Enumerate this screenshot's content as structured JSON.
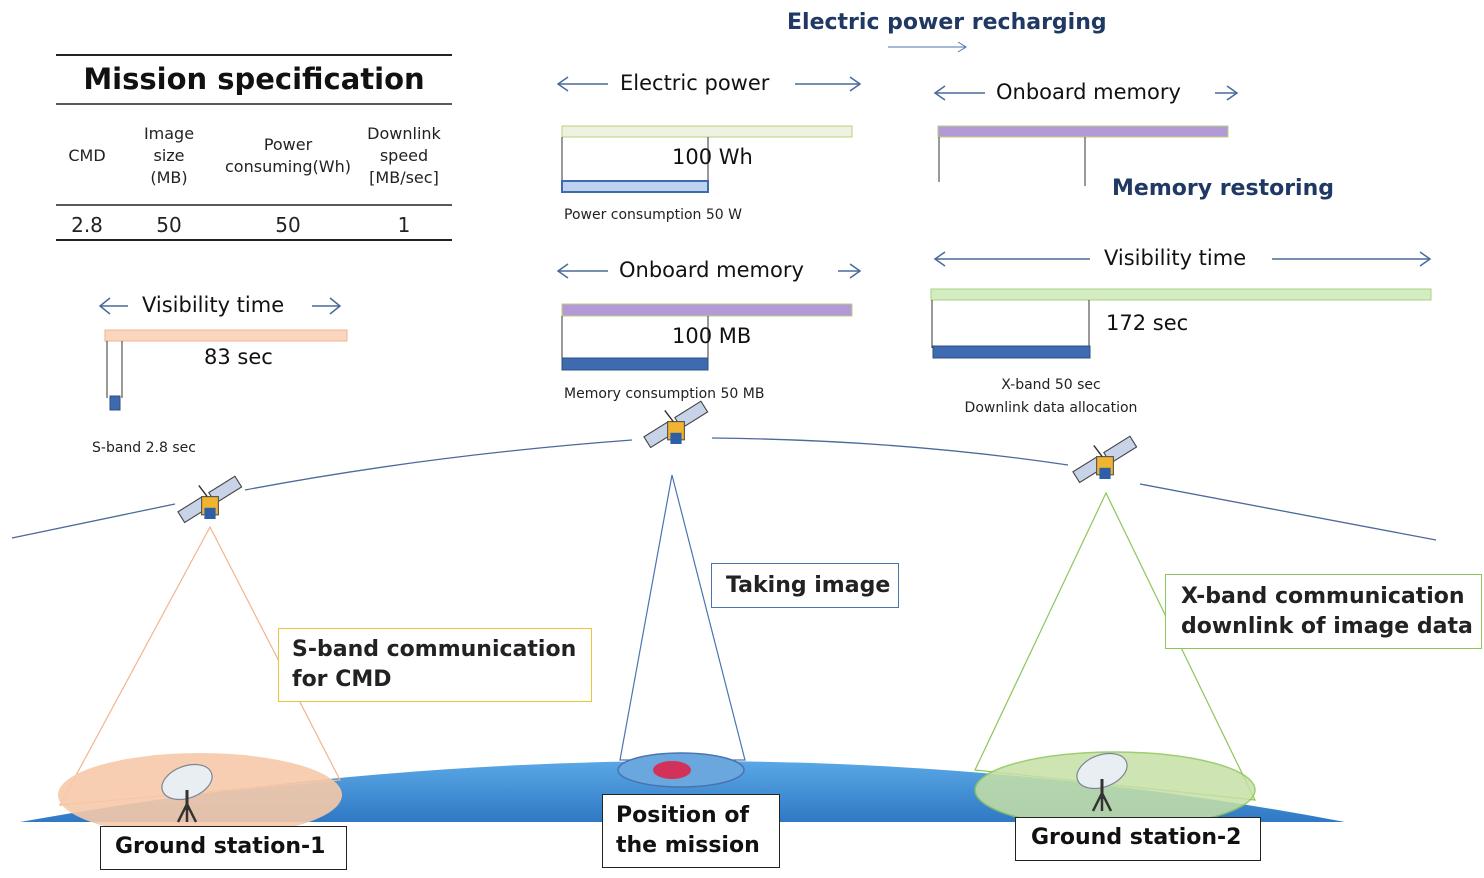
{
  "header": {
    "title": "Electric power recharging"
  },
  "mission_spec": {
    "title": "Mission specification",
    "columns": [
      [
        "CMD"
      ],
      [
        "Image",
        "size",
        "(MB)"
      ],
      [
        "Power",
        "consuming(Wh)"
      ],
      [
        "Downlink",
        "speed",
        "[MB/sec]"
      ]
    ],
    "values": [
      "2.8",
      "50",
      "50",
      "1"
    ]
  },
  "pass1": {
    "visibility_label": "Visibility time",
    "visibility_value": "83 sec",
    "sband_label": "S-band 2.8 sec",
    "callout": [
      "S-band communication",
      "for CMD"
    ],
    "ground_station": "Ground station-1"
  },
  "pass2": {
    "power_label": "Electric power",
    "power_value": "100 Wh",
    "power_consumption": "Power consumption 50 W",
    "memory_label": "Onboard memory",
    "memory_value": "100 MB",
    "memory_consumption": "Memory consumption 50 MB",
    "callout": "Taking image",
    "position_label": [
      "Position of",
      "the mission"
    ]
  },
  "pass3": {
    "memory_label": "Onboard memory",
    "memory_restoring": "Memory  restoring",
    "visibility_label": "Visibility time",
    "visibility_value": "172 sec",
    "xband_label": [
      "X-band 50 sec",
      "Downlink data allocation"
    ],
    "callout": [
      "X-band communication",
      "downlink of image data"
    ],
    "ground_station": "Ground station-2"
  },
  "colors": {
    "power_bar": "#eef2e2",
    "memory_bar": "#b39ad6",
    "usage_bar": "#3e6bb0",
    "visibility_bar1": "#fbd5bd",
    "visibility_bar3": "#d3edc0",
    "earth": "#3f8fd6",
    "cone1": "#f2b48c",
    "cone2": "#4a74b0",
    "cone3": "#8cc65a",
    "callout1_border": "#e8c53a",
    "callout2_border": "#4a74b0",
    "callout3_border": "#8cc65a"
  },
  "icons": [
    "satellite-icon",
    "satellite-dish-icon",
    "arrow-left-icon",
    "arrow-right-icon"
  ]
}
